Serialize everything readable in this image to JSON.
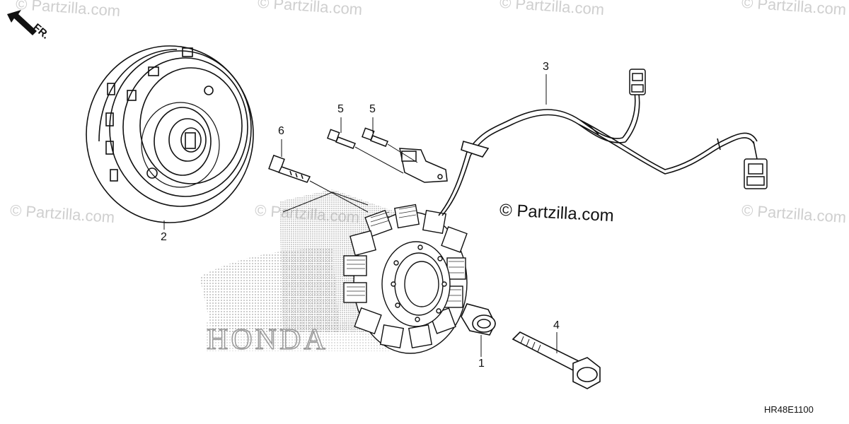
{
  "watermark": "© Partzilla.com",
  "center_watermark": "© Partzilla.com",
  "brand_logo": "HONDA",
  "direction_label": "FR.",
  "diagram_code": "HR48E1100",
  "callouts": [
    {
      "id": "1",
      "label": "1"
    },
    {
      "id": "2",
      "label": "2"
    },
    {
      "id": "3",
      "label": "3"
    },
    {
      "id": "4",
      "label": "4"
    },
    {
      "id": "5a",
      "label": "5"
    },
    {
      "id": "5b",
      "label": "5"
    },
    {
      "id": "6",
      "label": "6"
    }
  ],
  "colors": {
    "line": "#111111",
    "watermark": "#cfcfcf",
    "logo_dots": "#9a9a9a"
  },
  "icons": [
    "front-direction-arrow-icon",
    "honda-wing-logo"
  ]
}
